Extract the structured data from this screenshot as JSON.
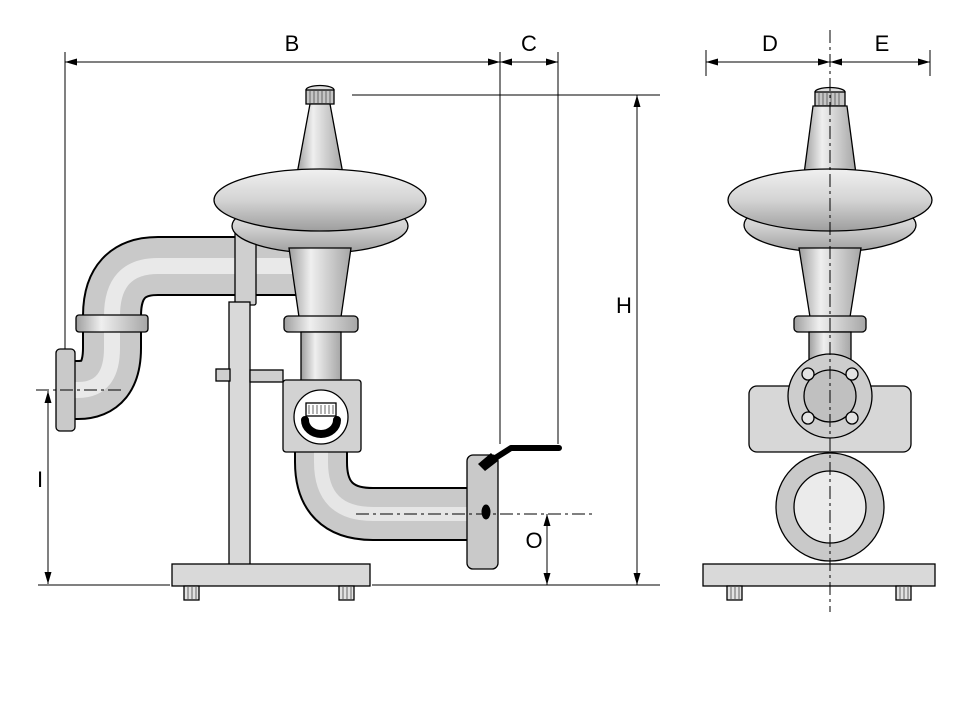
{
  "dimension_labels": {
    "front_view": {
      "b": "B",
      "c": "C",
      "h": "H",
      "i": "I",
      "o": "O"
    },
    "side_view": {
      "d": "D",
      "e": "E"
    }
  },
  "colors": {
    "background": "#ffffff",
    "outline": "#000000",
    "metal_light": "#ececec",
    "metal_mid": "#c9c9c9",
    "metal_dark": "#9e9e9e",
    "handle": "#000000"
  }
}
